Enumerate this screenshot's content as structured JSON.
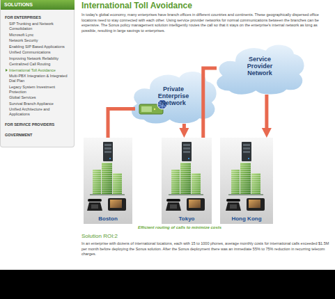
{
  "diagram": {
    "title": "International Toll Avoidance",
    "caption": "Efficient routing of calls to minimize costs",
    "nodes": [
      {
        "text": [
          "Private Enterprise Network"
        ]
      },
      {
        "text": [
          "Service Provider Network"
        ]
      },
      {
        "text": [
          "Boston"
        ]
      },
      {
        "text": [
          "Tokyo"
        ]
      },
      {
        "text": [
          "Hong Kong"
        ]
      }
    ],
    "edges": [
      {
        "from": 2,
        "to": 0,
        "arrow": "none"
      },
      {
        "from": 0,
        "to": 3,
        "arrow": "to"
      },
      {
        "from": 3,
        "to": 1,
        "arrow": "none"
      },
      {
        "from": 1,
        "to": 4,
        "arrow": "to"
      }
    ],
    "labels": [
      "SOLUTIONS",
      "FOR ENTERPRISES",
      "SIP Trunking and Network Consolidation",
      "Microsoft Lync",
      "Network Security",
      "Enabling SIP Based Applications",
      "Unified Communications",
      "Improving Network Reliability",
      "Centralized Call Routing",
      "International Toll Avoidance",
      "Multi-PBX Integration & Integrated Dial Plan",
      "Legacy System Investment Protection",
      "Global Services",
      "Survival Branch Appliance",
      "Unified Architecture and Applications",
      "FOR SERVICE PROVIDERS",
      "GOVERNMENT",
      "In today's global economy, many enterprises have branch offices in different countries and continents. These geographically dispersed office locations need to stay connected with each other. Using service provider networks for normal communications between the branches can be expensive. The Sonus policy management solution intelligently routes the call so that it stays on the enterprise's internal network as long as possible, resulting in large savings to enterprises.",
      "Solution ROI:2",
      "In an enterprise with dozens of international locations, each with 15 to 1000 phones, average monthly costs for international calls exceeded $1.5M per month before deploying the Sonus solution. After the Sonus deployment there was an immediate 55% to 75% reduction in recurring telecom charges."
    ]
  }
}
